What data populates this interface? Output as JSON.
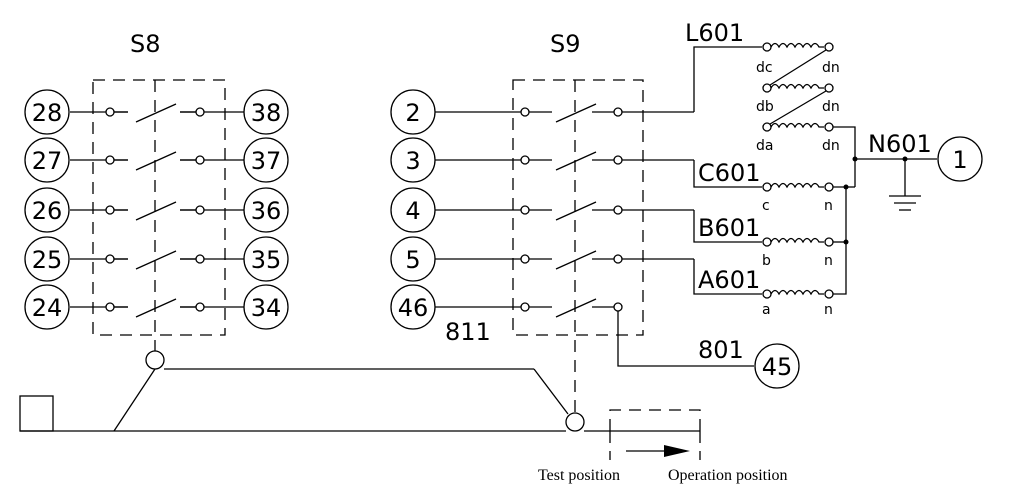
{
  "switch_left": {
    "label": "S8",
    "terminals_left": [
      "28",
      "27",
      "26",
      "25",
      "24"
    ],
    "terminals_right": [
      "38",
      "37",
      "36",
      "35",
      "34"
    ]
  },
  "switch_right": {
    "label": "S9",
    "terminals_left": [
      "2",
      "3",
      "4",
      "5",
      "46"
    ],
    "wire_811": "811",
    "wire_801": "801",
    "terminal_45": "45"
  },
  "lines": {
    "L": "L601",
    "C": "C601",
    "B": "B601",
    "A": "A601",
    "N": "N601",
    "terminal_1": "1"
  },
  "coil_labels": {
    "dc": "dc",
    "db": "db",
    "da": "da",
    "dn": "dn",
    "c": "c",
    "b": "b",
    "a": "a",
    "n": "n"
  },
  "captions": {
    "test": "Test position",
    "operation": "Operation position"
  }
}
